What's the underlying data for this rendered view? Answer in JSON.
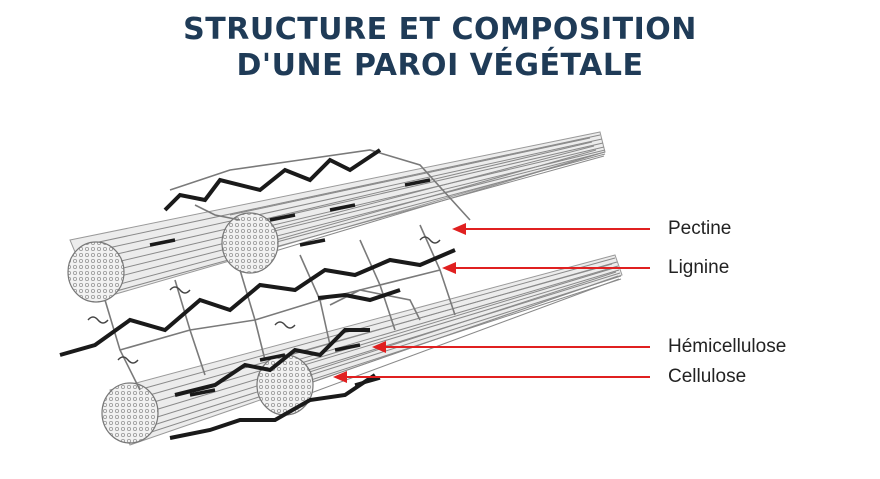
{
  "title": {
    "line1": "STRUCTURE ET COMPOSITION",
    "line2": "D'UNE PAROI VÉGÉTALE"
  },
  "labels": {
    "pectine": "Pectine",
    "lignine": "Lignine",
    "hemicellulose": "Hémicellulose",
    "cellulose": "Cellulose"
  },
  "colors": {
    "title": "#1f3b57",
    "arrow": "#e02020",
    "lignin": "#1a1a1a",
    "fiber": "#8a8a8a"
  }
}
